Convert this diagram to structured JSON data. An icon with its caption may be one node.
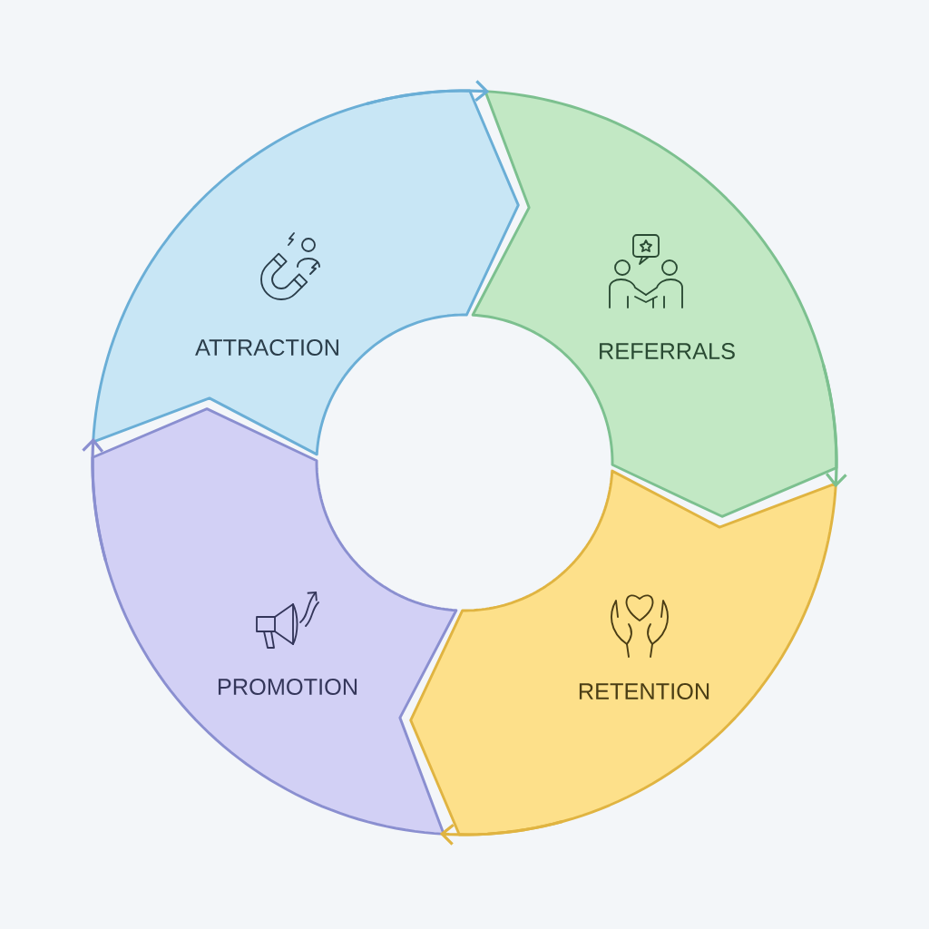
{
  "diagram": {
    "nodes": [
      {
        "text": [
          "ATTRACTION"
        ]
      },
      {
        "text": [
          "REFERRALS"
        ]
      },
      {
        "text": [
          "RETENTION"
        ]
      },
      {
        "text": [
          "PROMOTION"
        ]
      }
    ],
    "edges": [
      {
        "from": 0,
        "to": 1,
        "arrow": "to",
        "color": "#6aaed6"
      },
      {
        "from": 1,
        "to": 2,
        "arrow": "to",
        "color": "#7cc08f"
      },
      {
        "from": 2,
        "to": 3,
        "arrow": "to",
        "color": "#e0b441"
      },
      {
        "from": 3,
        "to": 0,
        "arrow": "to",
        "color": "#8a8fd0"
      }
    ]
  }
}
